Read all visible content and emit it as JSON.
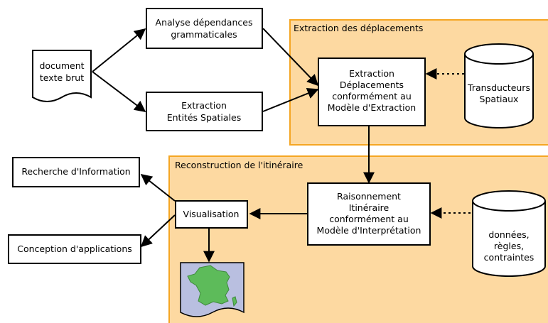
{
  "groups": {
    "extraction": {
      "label": "Extraction des déplacements",
      "fill": "#fdd9a1",
      "stroke": "#f5a623"
    },
    "reconstruction": {
      "label": "Reconstruction de l'itinéraire",
      "fill": "#fdd9a1",
      "stroke": "#f5a623"
    }
  },
  "nodes": {
    "document": [
      "document",
      "texte brut"
    ],
    "analyse": [
      "Analyse dépendances",
      "grammaticales"
    ],
    "entites": [
      "Extraction",
      "Entités Spatiales"
    ],
    "extraction_depl": [
      "Extraction",
      "Déplacements",
      "conformément au",
      "Modèle d'Extraction"
    ],
    "transducteurs": [
      "Transducteurs",
      "Spatiaux"
    ],
    "raisonnement": [
      "Raisonnement",
      "Itinéraire",
      "conformément au",
      "Modèle d'Interprétation"
    ],
    "donnees": [
      "données,",
      "règles,",
      "contraintes"
    ],
    "visualisation": [
      "Visualisation"
    ],
    "recherche": [
      "Recherche d'Information"
    ],
    "conception": [
      "Conception d'applications"
    ]
  },
  "colors": {
    "map_background": "#b9bfe0",
    "map_land": "#5dbb5a",
    "line": "#000000"
  },
  "icons": {
    "map": "france-map-icon"
  }
}
